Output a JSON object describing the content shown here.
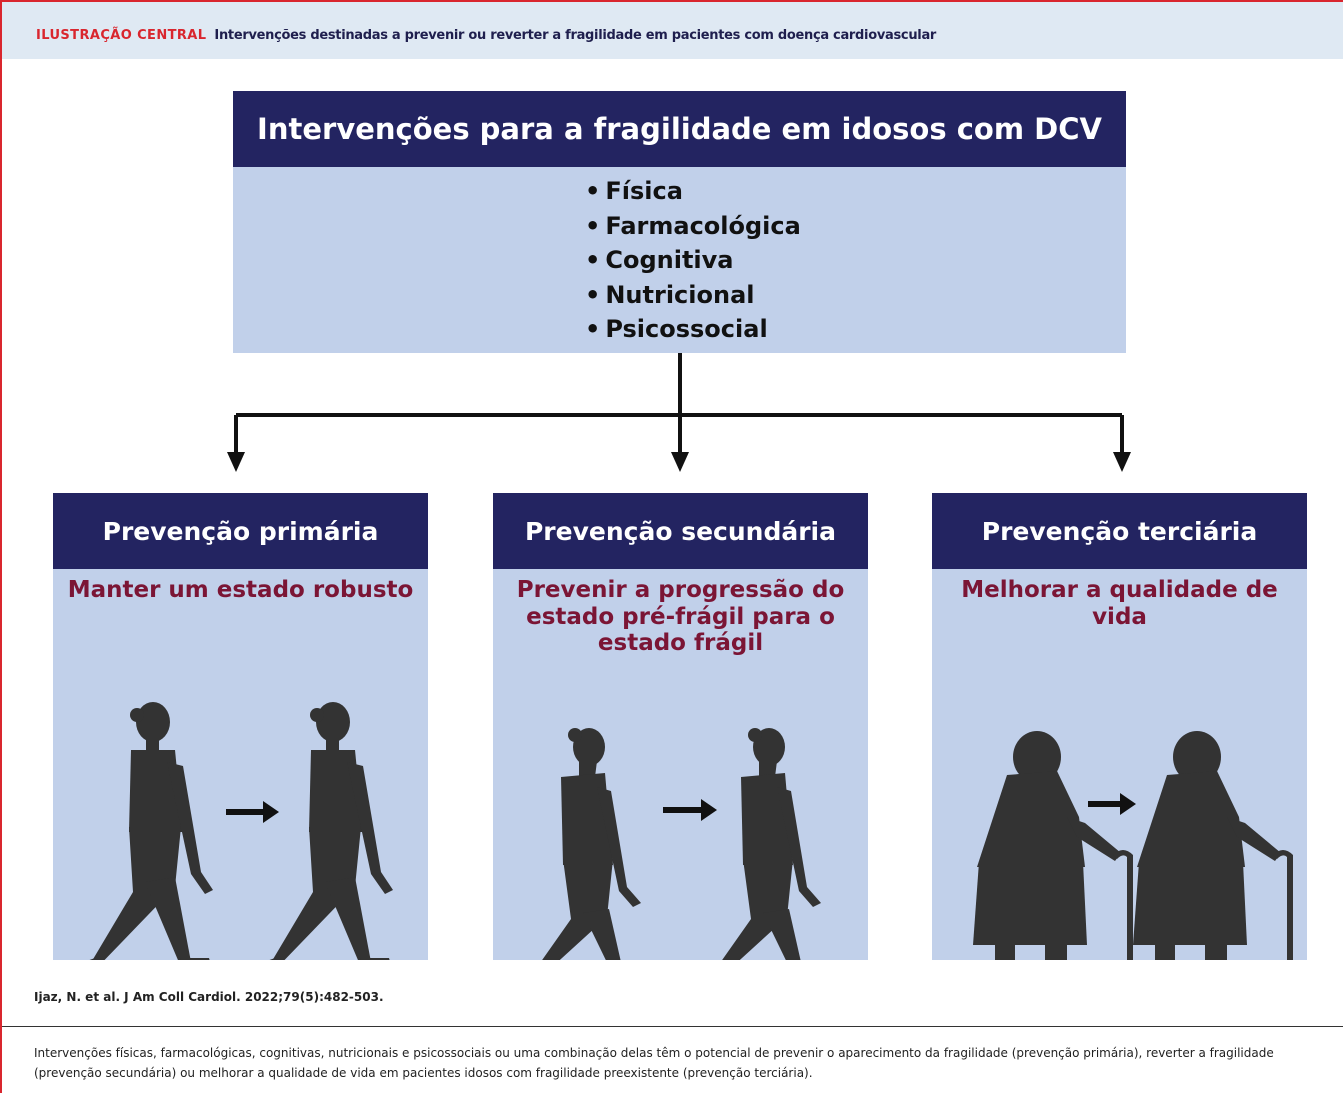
{
  "header": {
    "label": "ILUSTRAÇÃO CENTRAL",
    "title": "Intervenções destinadas a prevenir ou reverter a fragilidade em pacientes com doença cardiovascular"
  },
  "main_box": {
    "title": "Intervenções para a fragilidade em idosos com DCV",
    "items": [
      "Física",
      "Farmacológica",
      "Cognitiva",
      "Nutricional",
      "Psicossocial"
    ]
  },
  "panels": [
    {
      "title": "Prevenção primária",
      "goal": "Manter um estado robusto",
      "figure": "robust-walker-icon"
    },
    {
      "title": "Prevenção secundária",
      "goal": "Prevenir a progressão do estado pré-frágil para o estado frágil",
      "figure": "prefrail-walker-icon"
    },
    {
      "title": "Prevenção terciária",
      "goal": "Melhorar a qualidade de vida",
      "figure": "frail-walker-cane-icon"
    }
  ],
  "citation": "Ijaz, N. et al. J Am Coll Cardiol. 2022;79(5):482-503.",
  "caption": "Intervenções físicas, farmacológicas, cognitivas, nutricionais e psicossociais ou uma combinação delas têm o potencial de prevenir o aparecimento da fragilidade (prevenção primária), reverter a fragilidade (prevenção secundária) ou melhorar a qualidade de vida em pacientes idosos com fragilidade preexistente (prevenção terciária).",
  "colors": {
    "accent_red": "#d9262e",
    "navy": "#232461",
    "light_blue": "#c1d0ea",
    "header_band": "#dfe9f3",
    "goal_text": "#7b1535",
    "silhouette": "#333333"
  }
}
